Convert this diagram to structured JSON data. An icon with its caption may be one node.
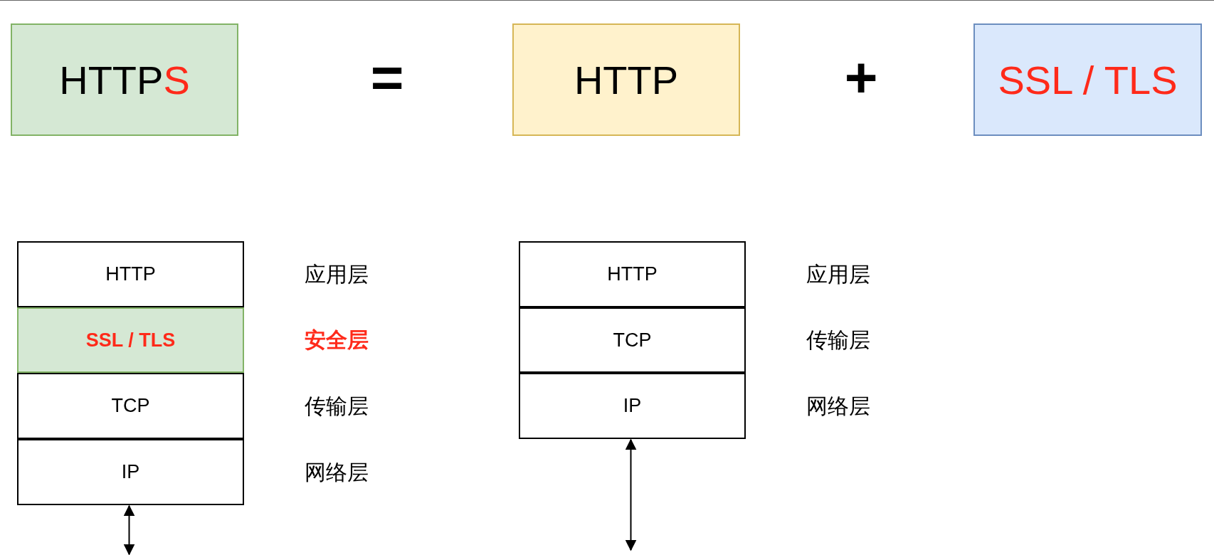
{
  "diagram": {
    "nodes": [
      {
        "text": [
          "HTTPS"
        ]
      },
      {
        "text": [
          "HTTP"
        ]
      },
      {
        "text": [
          "SSL / TLS"
        ]
      },
      {
        "text": [
          "HTTP"
        ],
        "beside": [
          "应用层"
        ]
      },
      {
        "text": [
          "SSL / TLS"
        ],
        "beside": [
          "安全层"
        ]
      },
      {
        "text": [
          "TCP"
        ],
        "beside": [
          "传输层"
        ]
      },
      {
        "text": [
          "IP"
        ],
        "beside": [
          "网络层"
        ]
      },
      {
        "text": [
          "HTTP"
        ],
        "beside": [
          "应用层"
        ]
      },
      {
        "text": [
          "TCP"
        ],
        "beside": [
          "传输层"
        ]
      },
      {
        "text": [
          "IP"
        ],
        "beside": [
          "网络层"
        ]
      }
    ],
    "edges": [
      {
        "from": 6,
        "to": null,
        "arrow": "both"
      },
      {
        "from": 9,
        "to": null,
        "arrow": "both"
      }
    ],
    "labels": [
      "=",
      "+"
    ]
  }
}
